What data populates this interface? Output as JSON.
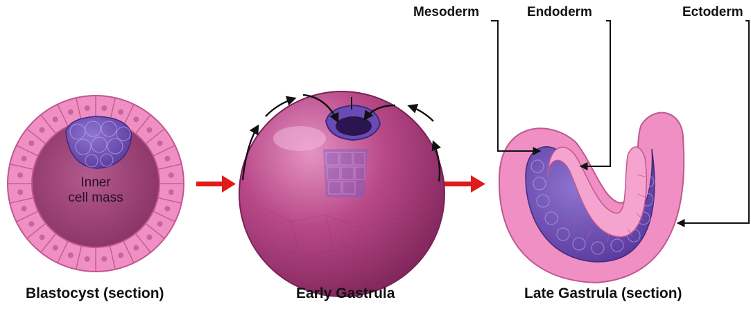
{
  "captions": {
    "blastocyst": "Blastocyst (section)",
    "early_gastrula": "Early Gastrula",
    "late_gastrula": "Late Gastrula (section)"
  },
  "labels": {
    "mesoderm": "Mesoderm",
    "endoderm": "Endoderm",
    "ectoderm": "Ectoderm",
    "inner_line1": "Inner",
    "inner_line2": "cell mass"
  },
  "colors": {
    "ectoderm_pink": "#e87fb8",
    "cavity": "#a84a80",
    "inner_cells": "#6a4bb4",
    "arrow_red": "#e01b1b",
    "gastrula_purple": "#b0447f"
  }
}
